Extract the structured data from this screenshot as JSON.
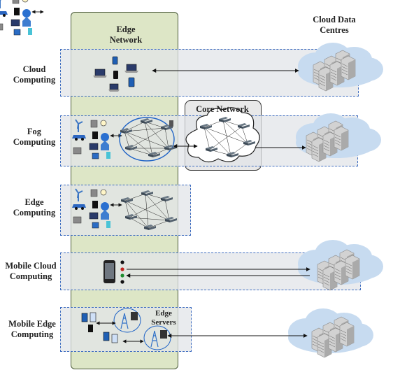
{
  "headers": {
    "edge_network": [
      "Edge",
      "Network"
    ],
    "cloud_data_centres": [
      "Cloud Data",
      "Centres"
    ],
    "core_network": "Core Network",
    "edge_servers": [
      "Edge",
      "Servers"
    ]
  },
  "rows": [
    {
      "id": "cloud-computing",
      "label": [
        "Cloud",
        "Computing"
      ]
    },
    {
      "id": "fog-computing",
      "label": [
        "Fog",
        "Computing"
      ]
    },
    {
      "id": "edge-computing",
      "label": [
        "Edge",
        "Computing"
      ]
    },
    {
      "id": "mobile-cloud-computing",
      "label": [
        "Mobile Cloud",
        "Computing"
      ]
    },
    {
      "id": "mobile-edge-computing",
      "label": [
        "Mobile Edge",
        "Computing"
      ]
    }
  ],
  "colors": {
    "edge_panel": "#dde6c6",
    "row_fill": "#e9ecef",
    "row_border": "#3d6cc0",
    "cloud": "#c7dbf0",
    "server": "#cfcfcf"
  },
  "icons": [
    "server-rack-icon",
    "laptop-icon",
    "smartphone-icon",
    "router-icon",
    "wind-turbine-icon",
    "car-icon",
    "satellite-dish-icon",
    "house-icon",
    "cell-tower-icon",
    "edge-server-icon"
  ]
}
